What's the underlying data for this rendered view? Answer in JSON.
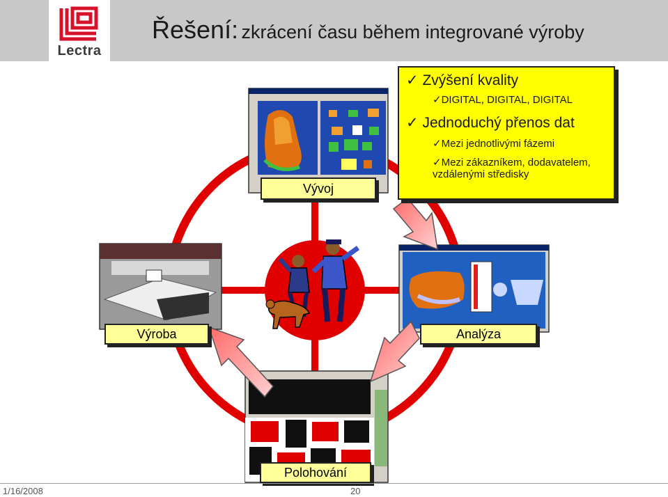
{
  "header": {
    "logo_text": "Lectra",
    "title_main": "Řešení:",
    "title_sub": "zkrácení času během integrované výroby"
  },
  "stages": {
    "top": "Vývoj",
    "left": "Výroba",
    "right": "Analýza",
    "bottom": "Polohování"
  },
  "benefits": [
    {
      "check": "✓",
      "text": "Zvýšení kvality",
      "sub": [
        {
          "check": "✓",
          "text": "DIGITAL, DIGITAL, DIGITAL"
        }
      ]
    },
    {
      "check": "✓",
      "text": "Jednoduchý přenos dat",
      "sub": [
        {
          "check": "✓",
          "text": "Mezi jednotlivými fázemi"
        },
        {
          "check": "✓",
          "text": "Mezi zákazníkem, dodavatelem, vzdálenými středisky"
        }
      ]
    }
  ],
  "footer": {
    "date": "1/16/2008",
    "page": "20"
  },
  "colors": {
    "ring": "#e00000",
    "label_fill": "#ffff99",
    "info_fill": "#ffff00",
    "header": "#c8c8c8"
  }
}
